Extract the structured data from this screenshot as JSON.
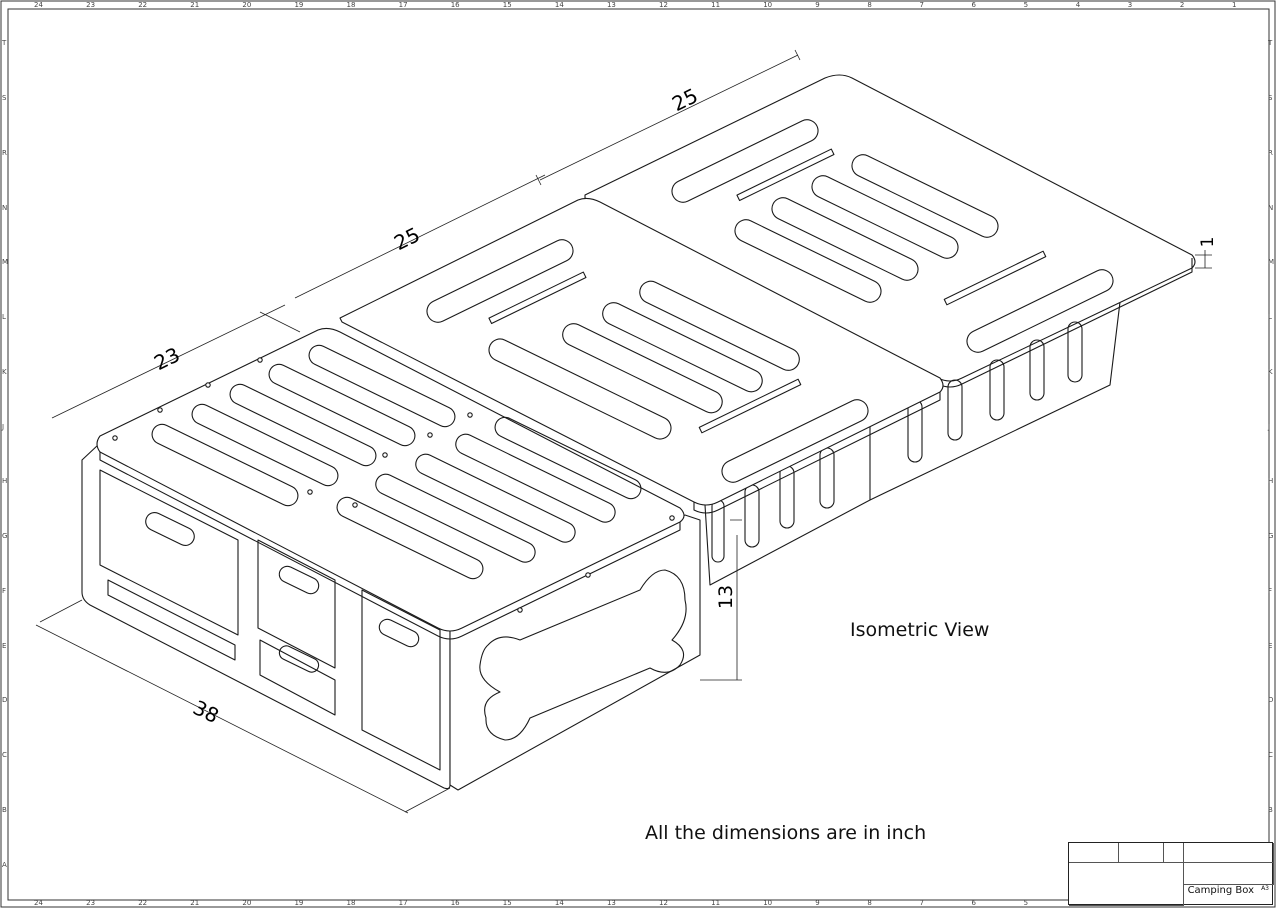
{
  "drawing": {
    "view_label": "Isometric View",
    "units_note": "All the dimensions are in inch"
  },
  "dimensions": {
    "top_lid_width": "25",
    "middle_lid_width": "25",
    "front_lid_depth": "23",
    "box_length": "38",
    "box_height": "13",
    "lid_thickness": "1"
  },
  "border": {
    "columns": [
      "24",
      "23",
      "22",
      "21",
      "20",
      "19",
      "18",
      "17",
      "16",
      "15",
      "14",
      "13",
      "12",
      "11",
      "10",
      "9",
      "8",
      "7",
      "6",
      "5",
      "4",
      "3",
      "2",
      "1"
    ],
    "rows": [
      "T",
      "S",
      "R",
      "N",
      "M",
      "L",
      "K",
      "J",
      "H",
      "G",
      "F",
      "E",
      "D",
      "C",
      "B",
      "A"
    ]
  },
  "title_block": {
    "drawing_name": "Camping Box",
    "sheet_size": "A3"
  }
}
